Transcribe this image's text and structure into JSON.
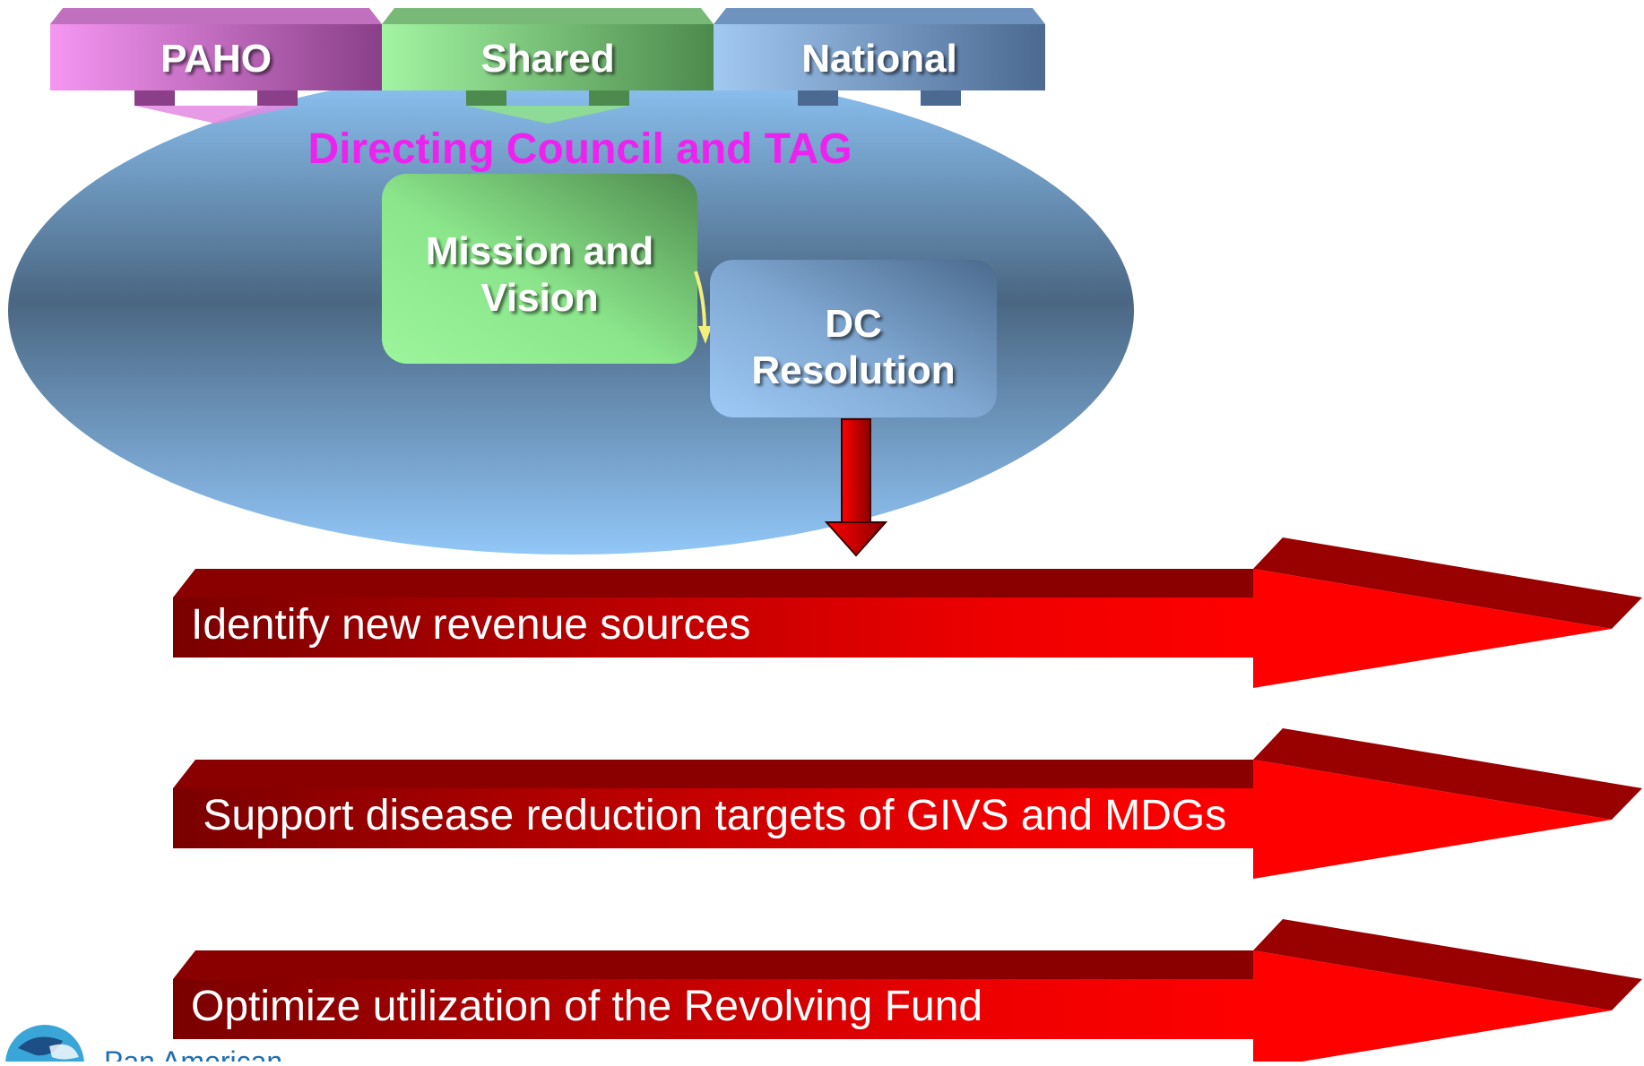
{
  "tabs": [
    {
      "label": "PAHO",
      "color_light": "#f28ff0",
      "color_dark": "#8a3a86"
    },
    {
      "label": "Shared",
      "color_light": "#9ef29e",
      "color_dark": "#4c8a4c"
    },
    {
      "label": "National",
      "color_light": "#9cc4f0",
      "color_dark": "#4a6890"
    }
  ],
  "council_title": "Directing Council and TAG",
  "boxes": {
    "mission": {
      "line1": "Mission and",
      "line2": "Vision"
    },
    "resolution": {
      "line1": "DC",
      "line2": "Resolution"
    }
  },
  "arrows": [
    {
      "label_prefix": "I",
      "label_rest": "dentify new revenue sources"
    },
    {
      "label_prefix": "",
      "label_rest": " Support disease reduction targets of GIVS and MDGs"
    },
    {
      "label_prefix": "",
      "label_rest": "Optimize utilization of the Revolving Fund"
    }
  ],
  "logo": {
    "text": "Pan American"
  },
  "colors": {
    "title_magenta": "#ee22ee",
    "arrow_red": "#ff0000",
    "arrow_dark": "#7a0000",
    "ellipse_top": "#8ec4f5",
    "ellipse_mid": "#4a6682",
    "logo_blue": "#1f6fb0"
  }
}
